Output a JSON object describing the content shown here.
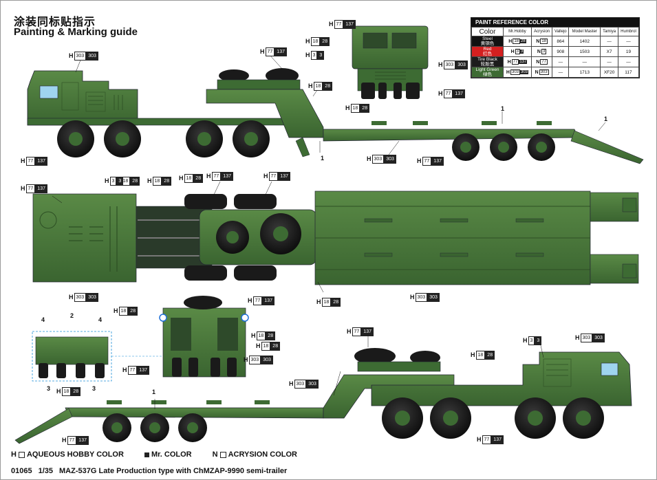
{
  "header": {
    "title_cn": "涂装同标贴指示",
    "title_en": "Painting & Marking guide"
  },
  "reference": {
    "title": "PAINT  REFERENCE COLOR",
    "columns": [
      "Color",
      "Mr.Hobby",
      "Acrysion",
      "Vallejo",
      "Model Master",
      "Tamiya",
      "Humbrol"
    ],
    "rows": [
      {
        "name": "Steel",
        "name_cn": "黄钢色",
        "swatch": "#111111",
        "h_a": "18",
        "h_b": "28",
        "n": "18",
        "vallejo": "864",
        "model_master": "1402",
        "tamiya": "—",
        "humbrol": "—"
      },
      {
        "name": "Red",
        "name_cn": "红色",
        "swatch": "#d42020",
        "h_a": "3",
        "h_b": "3",
        "n": "3",
        "vallejo": "908",
        "model_master": "1503",
        "tamiya": "X7",
        "humbrol": "19"
      },
      {
        "name": "Tire Black",
        "name_cn": "轮胎黑",
        "swatch": "#1c1c1c",
        "h_a": "77",
        "h_b": "137",
        "n": "77",
        "vallejo": "—",
        "model_master": "—",
        "tamiya": "—",
        "humbrol": "—"
      },
      {
        "name": "Light Green",
        "name_cn": "绿色",
        "swatch": "#3d6b33",
        "h_a": "303",
        "h_b": "303",
        "n": "303",
        "vallejo": "—",
        "model_master": "1713",
        "tamiya": "XF20",
        "humbrol": "117"
      }
    ]
  },
  "callouts": [
    {
      "pfx": "H",
      "a": "77",
      "b": "137"
    },
    {
      "pfx": "H",
      "a": "18",
      "b": "28"
    },
    {
      "pfx": "H",
      "a": "3",
      "b": "3"
    },
    {
      "pfx": "H",
      "a": "303",
      "b": "303"
    },
    {
      "pfx": "H",
      "a": "77",
      "b": "137"
    },
    {
      "pfx": "H",
      "a": "18",
      "b": "28"
    },
    {
      "pfx": "H",
      "a": "303",
      "b": "303"
    },
    {
      "pfx": "H",
      "a": "77",
      "b": "137"
    },
    {
      "pfx": "H",
      "a": "18",
      "b": "28"
    },
    {
      "pfx": "H",
      "a": "77",
      "b": "137"
    },
    {
      "pfx": "H",
      "a": "303",
      "b": "303"
    },
    {
      "pfx": "H",
      "a": "77",
      "b": "137"
    },
    {
      "pfx": "H",
      "a": "77",
      "b": "137"
    },
    {
      "pfx": "H",
      "a": "18",
      "b": "28"
    },
    {
      "pfx": "H",
      "a": "18",
      "b": "28"
    },
    {
      "pfx": "H",
      "a": "3",
      "b": "3"
    },
    {
      "pfx": "H",
      "a": "18",
      "b": "28"
    },
    {
      "pfx": "H",
      "a": "77",
      "b": "137"
    },
    {
      "pfx": "H",
      "a": "77",
      "b": "137"
    },
    {
      "pfx": "H",
      "a": "303",
      "b": "303"
    },
    {
      "pfx": "H",
      "a": "18",
      "b": "28"
    },
    {
      "pfx": "H",
      "a": "303",
      "b": "303"
    },
    {
      "pfx": "H",
      "a": "18",
      "b": "28"
    },
    {
      "pfx": "H",
      "a": "77",
      "b": "137"
    },
    {
      "pfx": "H",
      "a": "18",
      "b": "28"
    },
    {
      "pfx": "H",
      "a": "18",
      "b": "28"
    },
    {
      "pfx": "H",
      "a": "303",
      "b": "303"
    },
    {
      "pfx": "H",
      "a": "77",
      "b": "137"
    },
    {
      "pfx": "H",
      "a": "18",
      "b": "28"
    },
    {
      "pfx": "H",
      "a": "77",
      "b": "137"
    },
    {
      "pfx": "H",
      "a": "303",
      "b": "303"
    },
    {
      "pfx": "H",
      "a": "18",
      "b": "28"
    },
    {
      "pfx": "H",
      "a": "3",
      "b": "3"
    },
    {
      "pfx": "H",
      "a": "303",
      "b": "303"
    },
    {
      "pfx": "H",
      "a": "77",
      "b": "137"
    },
    {
      "pfx": "H",
      "a": "77",
      "b": "137"
    }
  ],
  "numbers": {
    "n1": "1",
    "n2": "1",
    "n3": "1",
    "n4": "1",
    "rear_4a": "4",
    "rear_2": "2",
    "rear_4b": "4",
    "rear_3a": "3",
    "rear_3b": "3"
  },
  "legend": {
    "aqueous": "AQUEOUS HOBBY COLOR",
    "mr": "Mr. COLOR",
    "acrysion": "ACRYSION COLOR"
  },
  "footer": {
    "code": "01065",
    "scale": "1/35",
    "name": "MAZ-537G Late Production type with ChMZAP-9990 semi-trailer"
  },
  "colors": {
    "green": "#4a7a3a",
    "green_dark": "#36592a",
    "tire": "#1a1a1a",
    "steel": "#2a2a2a"
  }
}
